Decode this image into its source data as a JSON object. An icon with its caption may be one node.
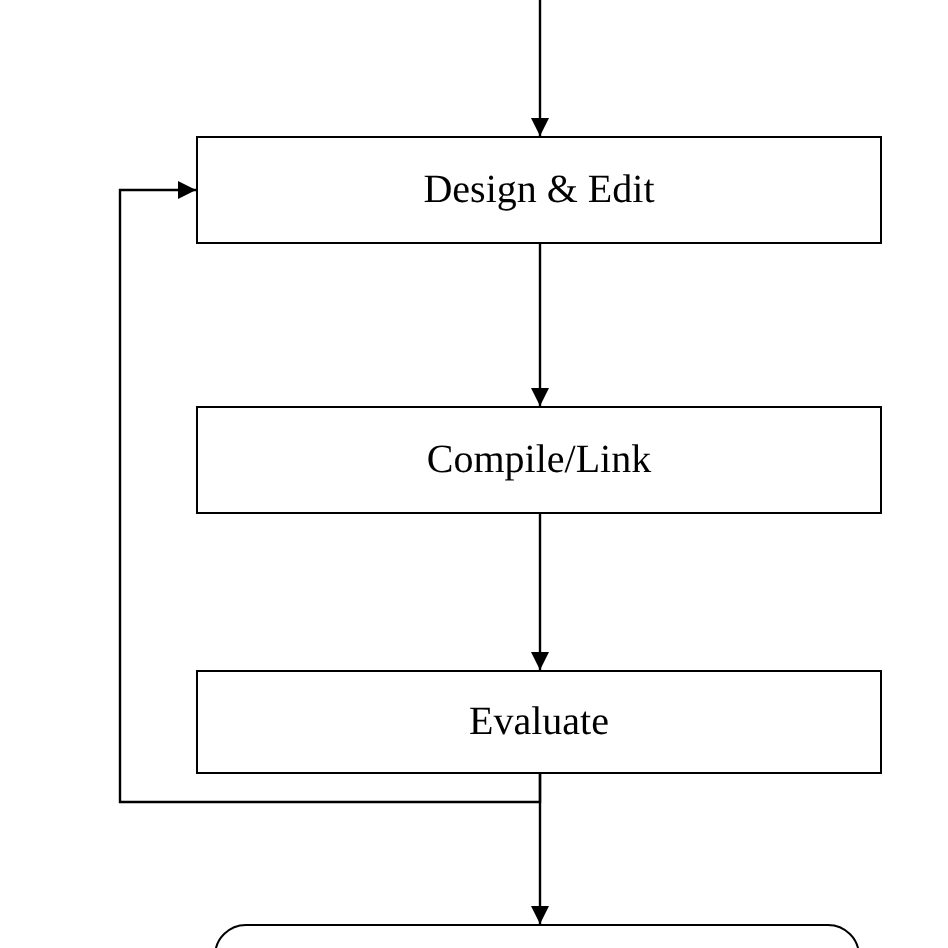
{
  "diagram": {
    "nodes": [
      {
        "text": [
          "Design & Edit"
        ]
      },
      {
        "text": [
          "Compile/Link"
        ]
      },
      {
        "text": [
          "Evaluate"
        ]
      },
      {
        "text": [],
        "shape": "box"
      }
    ],
    "edges": [
      {
        "from": null,
        "to": 0,
        "arrow": "to"
      },
      {
        "from": 0,
        "to": 1,
        "arrow": "to"
      },
      {
        "from": 1,
        "to": 2,
        "arrow": "to"
      },
      {
        "from": 2,
        "to": 0,
        "arrow": "to"
      },
      {
        "from": 2,
        "to": 3,
        "arrow": "to"
      }
    ]
  }
}
